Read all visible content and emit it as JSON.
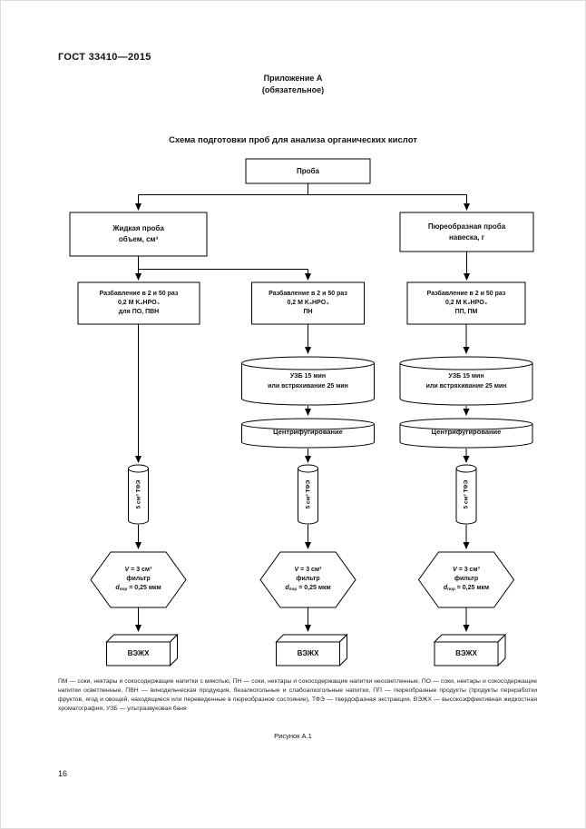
{
  "style": {
    "line_color": "#000000",
    "shape_fill": "#ffffff"
  },
  "header": {
    "doc_number": "ГОСТ 33410—2015",
    "appendix_title": "Приложение А",
    "appendix_subtitle": "(обязательное)"
  },
  "scheme_title": "Схема подготовки проб для анализа органических кислот",
  "flowchart": {
    "sample": "Проба",
    "liquid_sample": {
      "line1": "Жидкая проба",
      "line2": "объем, см³"
    },
    "puree_sample": {
      "line1": "Пюреобразная проба",
      "line2": "навеска, г"
    },
    "dilutions": [
      {
        "line1": "Разбавление в 2 и 50 раз",
        "line2": "0,2 М K₂HPO₄",
        "line3": "для ПО, ПВН"
      },
      {
        "line1": "Разбавление в 2 и 50 раз",
        "line2": "0,2 М K₂HPO₄",
        "line3": "ПН"
      },
      {
        "line1": "Разбавление в 2 и 50 раз",
        "line2": "0,2 М K₂HPO₄",
        "line3": "ПП, ПМ"
      }
    ],
    "ultrasonic_bath": {
      "line1": "УЗБ 15 мин",
      "line2": "или встряхивание 25 мин"
    },
    "centrifugation": "Центрифугирование",
    "spe_cartridge": "5 см³ ТФЭ",
    "filter": {
      "v_var": "V",
      "line1_rest": " = 3 см³",
      "line2": "фильтр",
      "d_var": "d",
      "d_sub": "пор",
      "line3_rest": " = 0,25 мкм"
    },
    "hplc": "ВЭЖХ"
  },
  "footnote": "ПМ — соки, нектары и сокосодержащие напитки с мякотью, ПН — соки, нектары и сокосодержащие напитки неосветленные, ПО — соки, нектары и сокосодержащие напитки осветленные, ПВН — винодельческая продукция, безалкогольные и слабоалкогольные напитки, ПП — пюреобразные продукты (продукты переработки фруктов, ягод и овощей, находящиеся или переведенные в пюреобразное состояние), ТФЭ — твердофазная экстракция, ВЭЖХ — высокоэффективная жидкостная хроматография, УЗБ — ультразвуковая баня",
  "figure_caption": "Рисунок А.1",
  "page_number": "16"
}
